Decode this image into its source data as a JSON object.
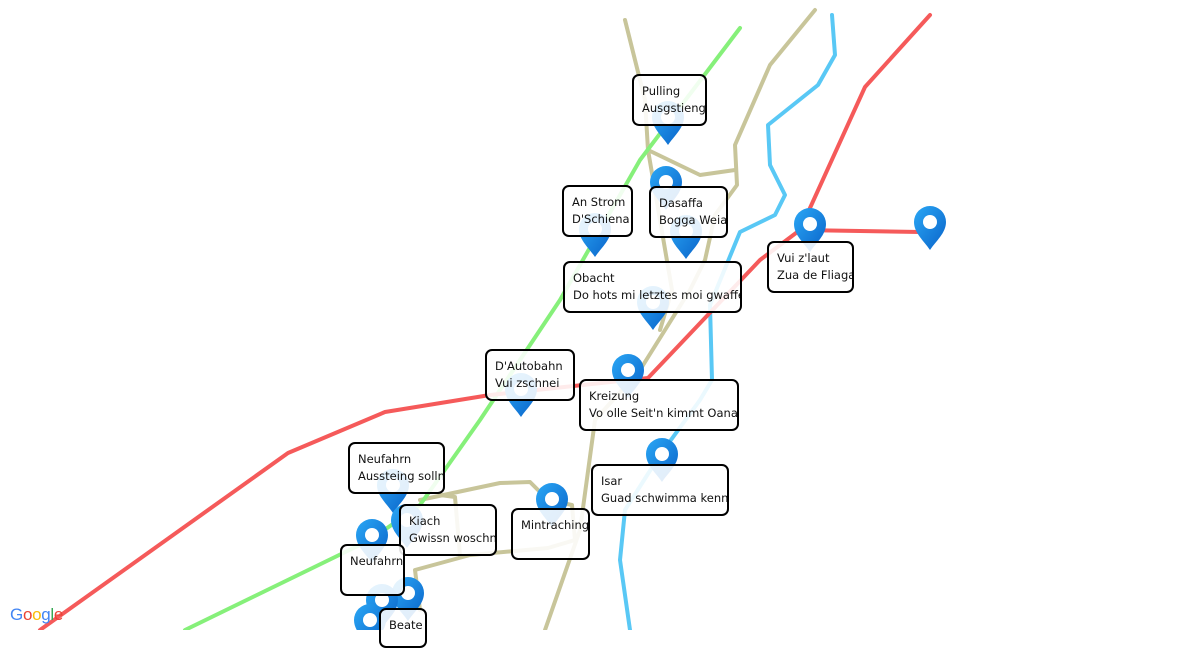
{
  "map": {
    "colors": {
      "red_line": "#f55a5a",
      "green_line": "#86f07a",
      "blue_line": "#59c8f5",
      "tan_line": "#c8c59a",
      "pin": "#1a7fe0"
    },
    "markers": [
      {
        "title": "Pulling",
        "text": "Ausgstieng"
      },
      {
        "title": "An Strom",
        "text": "D'Schiena"
      },
      {
        "title": "Dasaffa",
        "text": "Bogga Weia"
      },
      {
        "title": "Obacht",
        "text": "Do hots mi letztes moi gwaffet"
      },
      {
        "title": "Vui z'laut",
        "text": "Zua de Fliaga"
      },
      {
        "title": "D'Autobahn",
        "text": "Vui zschnei"
      },
      {
        "title": "Kreizung",
        "text": "Vo olle Seit'n kimmt Oana"
      },
      {
        "title": "Neufahrn",
        "text": "Aussteing solln"
      },
      {
        "title": "Kiach",
        "text": "Gwissn woschn"
      },
      {
        "title": "Mintraching",
        "text": ""
      },
      {
        "title": "Isar",
        "text": "Guad schwimma kenna"
      },
      {
        "title": "Neufahrn",
        "text": ""
      },
      {
        "title": "Beate",
        "text": ""
      }
    ],
    "logo": "Google"
  }
}
